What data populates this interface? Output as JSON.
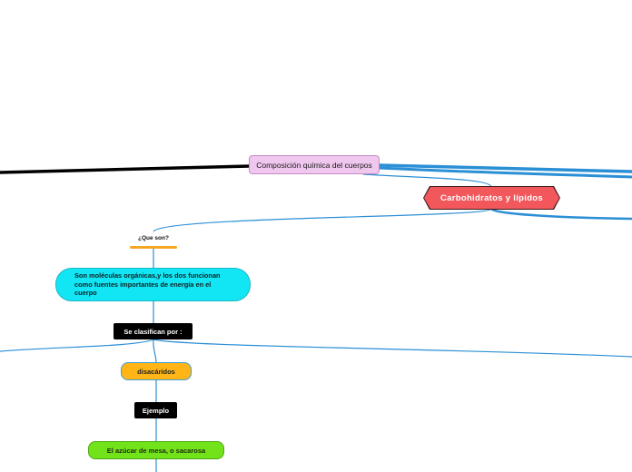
{
  "map": {
    "root": "Composición química del cuerpos",
    "topic": "Carbohidratos y lípidos",
    "question": "¿Que son?",
    "answer": "Son moléculas orgánicas,y los dos funcionan como fuentes importantes de energía en el cuerpo",
    "classify": "Se clasifican por  :",
    "type": "disacáridos",
    "example_label": "Ejemplo",
    "example": "El azúcar de mesa, o sacarosa"
  },
  "colors": {
    "root_fill": "#f0c7ee",
    "topic_fill": "#f2575c",
    "answer_fill": "#12e6f5",
    "type_fill": "#ffb515",
    "example_fill": "#72e31a",
    "label_fill": "#000000",
    "connector": "#2b8fd6",
    "question_underline": "#f5a623"
  }
}
